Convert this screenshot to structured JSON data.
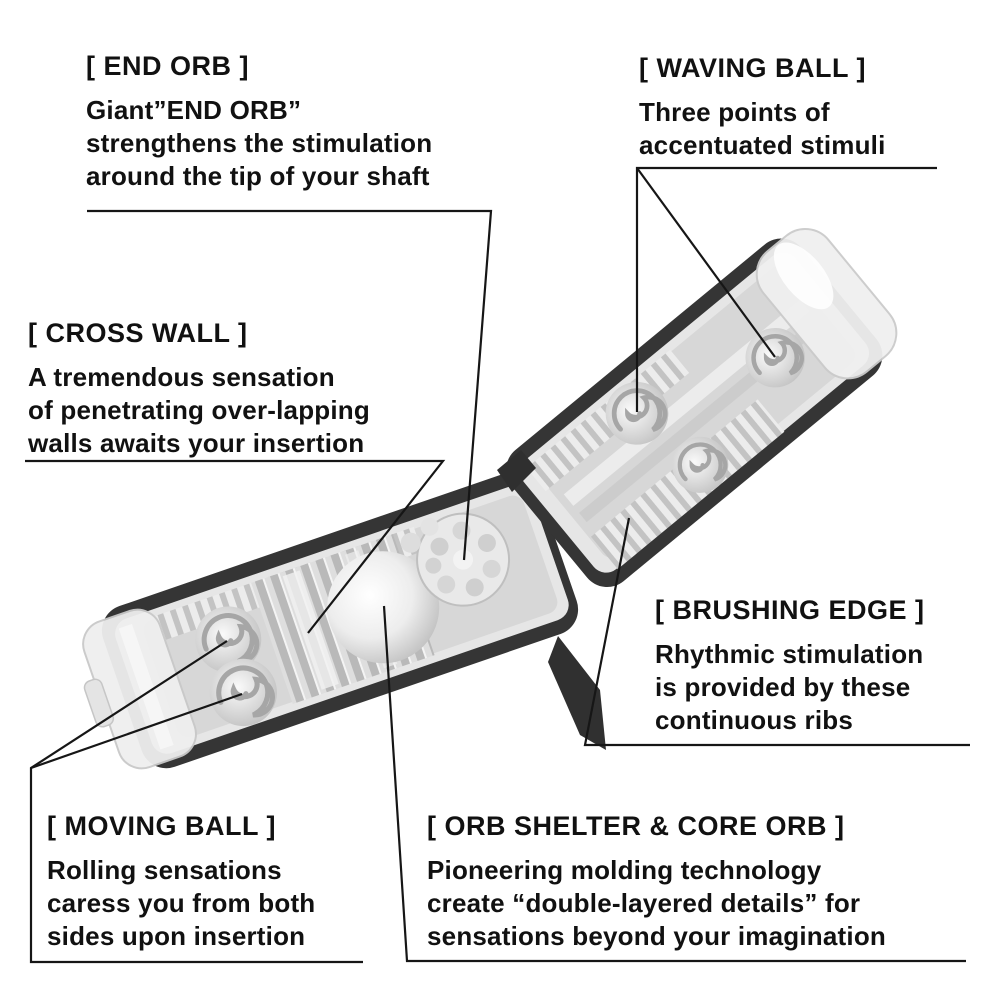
{
  "figure": {
    "kind": "annotated-product-cutaway-diagram",
    "background_color": "#ffffff",
    "text_color": "#111111",
    "leader_line_color": "#161616",
    "product": {
      "description": "hinged two-half cutaway case, translucent with dark rims",
      "rim_color": "#353535",
      "shell_color": "#e6e6e6",
      "floor_color": "#d7d7d7",
      "features": [
        "moving-ball",
        "cross-wall",
        "core-orb",
        "end-orb",
        "waving-ball",
        "brushing-edge",
        "orb-shelter"
      ]
    }
  },
  "callouts": [
    {
      "id": "end-orb",
      "title": "[ END ORB ]",
      "lines": [
        "Giant”END ORB”",
        "strengthens the stimulation",
        "around the tip of your shaft"
      ]
    },
    {
      "id": "waving-ball",
      "title": "[ WAVING BALL ]",
      "lines": [
        "Three points of",
        "accentuated stimuli"
      ]
    },
    {
      "id": "cross-wall",
      "title": "[ CROSS WALL ]",
      "lines": [
        "A tremendous sensation",
        "of penetrating over-lapping",
        "walls awaits your insertion"
      ]
    },
    {
      "id": "brushing-edge",
      "title": "[ BRUSHING EDGE ]",
      "lines": [
        "Rhythmic stimulation",
        "is provided by these",
        "continuous ribs"
      ]
    },
    {
      "id": "moving-ball",
      "title": "[ MOVING BALL ]",
      "lines": [
        "Rolling sensations",
        "caress you from both",
        "sides upon insertion"
      ]
    },
    {
      "id": "orb-shelter-core-orb",
      "title": "[ ORB SHELTER & CORE ORB ]",
      "lines": [
        "Pioneering molding technology",
        "create “double-layered details” for",
        "sensations beyond your imagination"
      ]
    }
  ]
}
